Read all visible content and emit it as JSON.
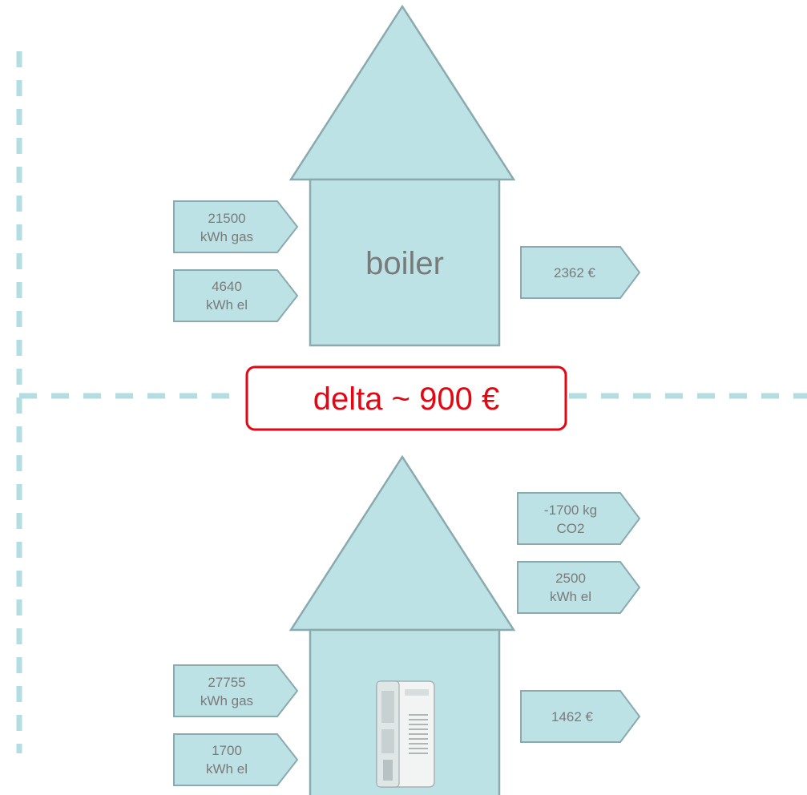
{
  "top_house": {
    "label": "boiler",
    "inputs": [
      {
        "line1": "21500",
        "line2": "kWh gas"
      },
      {
        "line1": "4640",
        "line2": "kWh el"
      }
    ],
    "output": "2362 €"
  },
  "delta": {
    "text": "delta ~ 900 €",
    "border_color": "#e30613",
    "text_color": "#e30613"
  },
  "bottom_house": {
    "inputs": [
      {
        "line1": "27755",
        "line2": "kWh gas"
      },
      {
        "line1": "1700",
        "line2": "kWh el"
      }
    ],
    "outputs": [
      {
        "line1": "-1700 kg",
        "line2": "CO2"
      },
      {
        "line1": "2500",
        "line2": "kWh el"
      }
    ],
    "cost": "1462 €",
    "appliance_icon": "chp-unit-icon"
  },
  "colors": {
    "house_fill": "#bde2e5",
    "house_stroke": "#8aaaae",
    "dashed_line": "#b3dde0",
    "label_text": "#7a7a7a"
  }
}
